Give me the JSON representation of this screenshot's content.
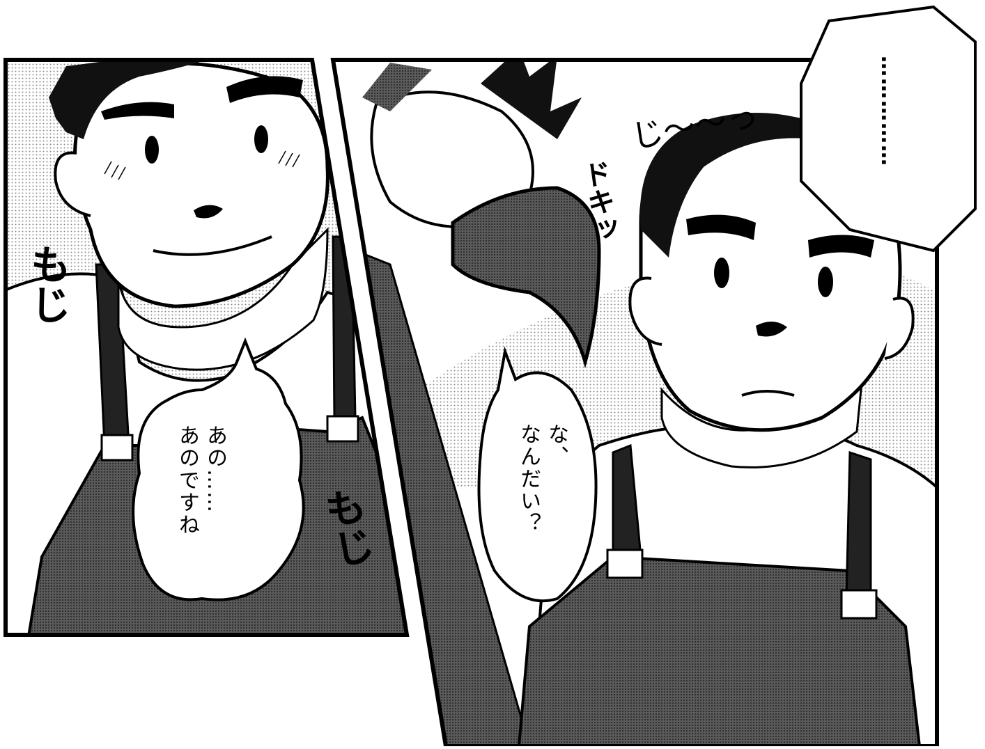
{
  "panels": [
    {
      "speech": [
        "あの……",
        "あのですね"
      ],
      "sfx_left": "もじ",
      "sfx_right": "もじ"
    },
    {
      "speech": [
        "な、",
        "なんだい？"
      ],
      "sfx_stare": "じ〜〜っ",
      "sfx_doki": "ドキッ",
      "ellipsis": "……………"
    }
  ]
}
